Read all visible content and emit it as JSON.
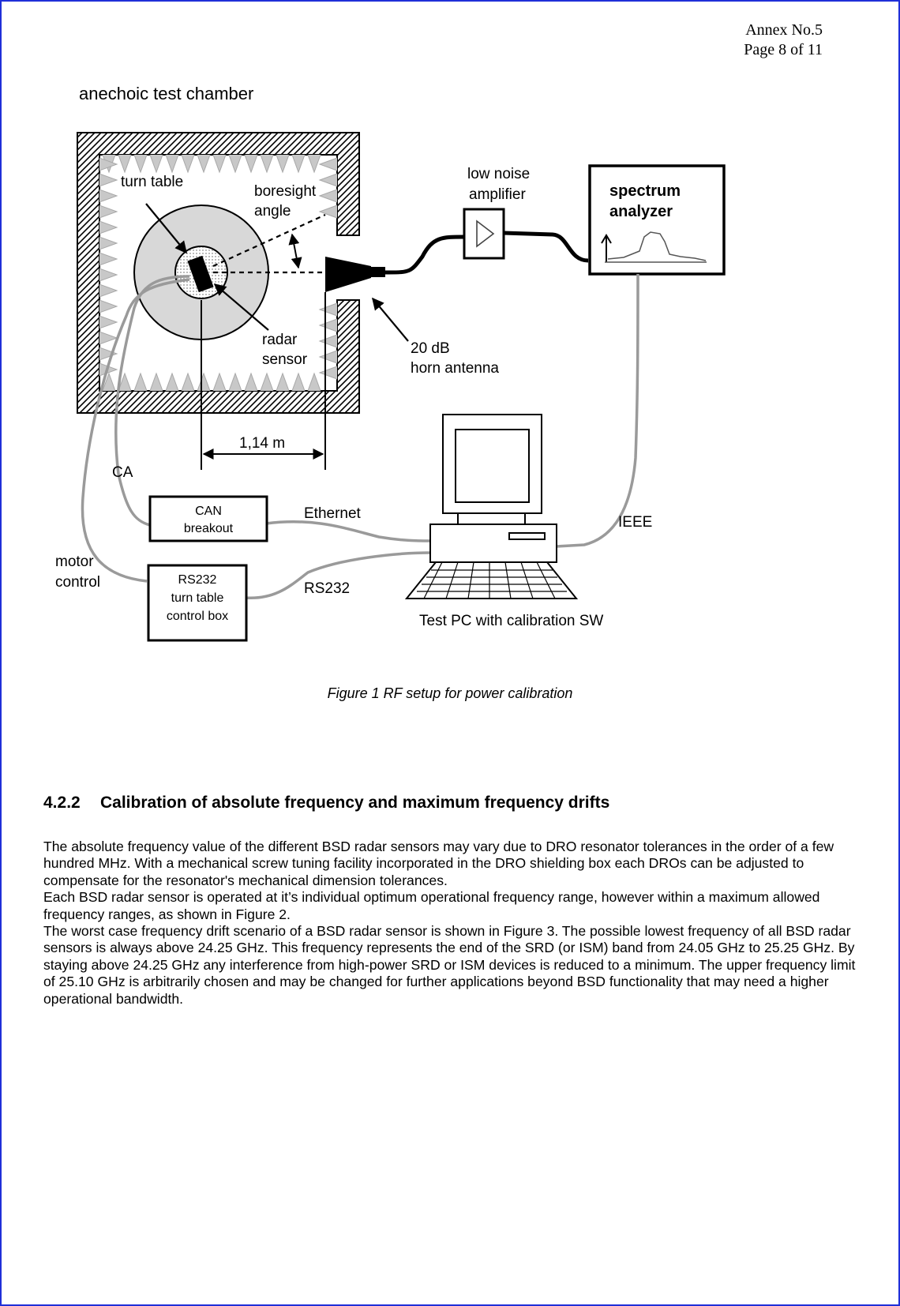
{
  "header": {
    "annex": "Annex No.5",
    "page": "Page 8 of 11"
  },
  "diagram": {
    "labels": {
      "chamber": "anechoic test chamber",
      "turn_table": "turn table",
      "boresight_1": "boresight",
      "boresight_2": "angle",
      "lna_1": "low noise",
      "lna_2": "amplifier",
      "spectrum_1": "spectrum",
      "spectrum_2": "analyzer",
      "radar_1": "radar",
      "radar_2": "sensor",
      "horn_1": "20 dB",
      "horn_2": "horn antenna",
      "distance": "1,14 m",
      "ca": "CA",
      "can_1": "CAN",
      "can_2": "breakout",
      "ethernet": "Ethernet",
      "ieee": "IEEE",
      "motor_1": "motor",
      "motor_2": "control",
      "rs232_box_1": "RS232",
      "rs232_box_2": "turn table",
      "rs232_box_3": "control box",
      "rs232_line": "RS232",
      "test_pc": "Test PC with calibration SW"
    }
  },
  "caption": "Figure 1 RF setup for power calibration",
  "section": {
    "number": "4.2.2",
    "title": "Calibration of absolute frequency and maximum frequency drifts",
    "paragraphs": [
      "The absolute frequency value of the different BSD radar sensors may vary due to DRO resonator tolerances in the order of a few hundred MHz. With a mechanical screw tuning facility incorporated in the DRO shielding box each DROs can be adjusted to compensate for the resonator's mechanical dimension tolerances.",
      "Each BSD radar sensor is operated at it’s individual optimum operational frequency range, however within a maximum allowed frequency ranges, as shown in Figure 2.",
      "The worst case frequency drift scenario of a BSD radar sensor is shown in Figure 3. The possible lowest frequency of all BSD radar sensors is always above 24.25 GHz. This frequency represents the end of the SRD (or ISM) band from 24.05 GHz to 25.25 GHz. By staying above 24.25 GHz any interference from high-power SRD or ISM devices is reduced to a minimum. The upper frequency limit of 25.10 GHz is arbitrarily chosen and may be changed for further applications beyond BSD functionality that may need a higher operational bandwidth."
    ]
  }
}
